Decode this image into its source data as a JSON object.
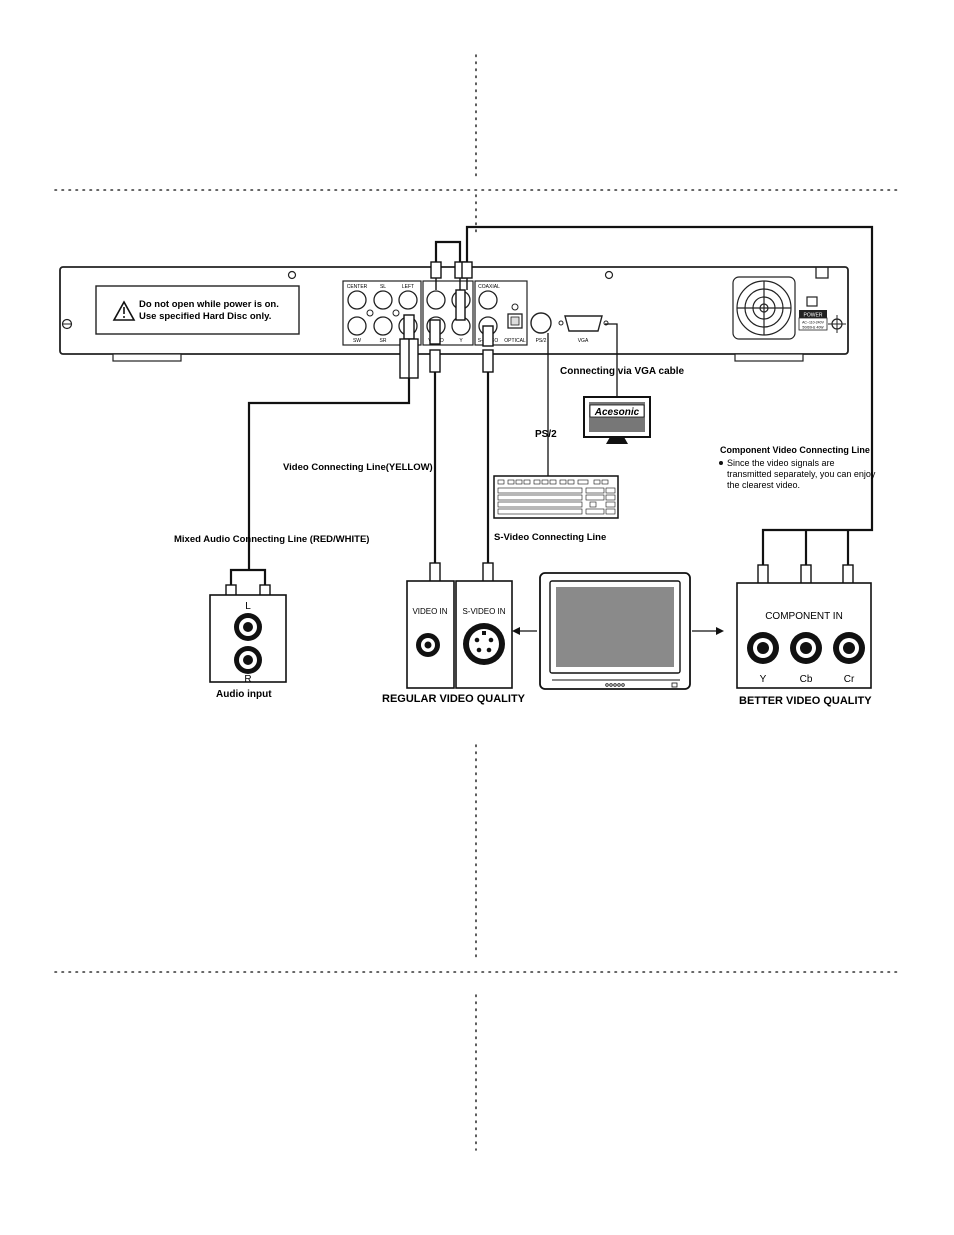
{
  "warning": {
    "line1": "Do not open while power is on.",
    "line2": "Use specified Hard Disc only."
  },
  "rear_panel": {
    "center": "CENTER",
    "sl": "SL",
    "left": "LEFT",
    "sw": "SW",
    "sr": "SR",
    "video": "VIDEO",
    "y": "Y",
    "svideo": "S-VIDEO",
    "coaxial": "COAXIAL",
    "optical": "OPTICAL",
    "ps2": "PS/2",
    "vga": "VGA",
    "power": "POWER",
    "power_spec1": "AC~110-240V",
    "power_spec2": "50/60Hz 40W"
  },
  "labels": {
    "vga_cable": "Connecting via VGA cable",
    "monitor_brand": "Acesonic",
    "ps2": "PS/2",
    "video_line": "Video Connecting Line(YELLOW)",
    "audio_line": "Mixed Audio Connecting Line (RED/WHITE)",
    "svideo_line": "S-Video Connecting Line",
    "component_title": "Component Video Connecting Line",
    "component_note1": "Since the video signals are",
    "component_note2": "transmitted separately, you can enjoy",
    "component_note3": "the clearest video."
  },
  "audio_box": {
    "l": "L",
    "r": "R",
    "caption": "Audio input"
  },
  "video_in": "VIDEO IN",
  "svideo_in": "S-VIDEO IN",
  "regular_quality": "REGULAR VIDEO QUALITY",
  "component_box": {
    "title": "COMPONENT IN",
    "y": "Y",
    "cb": "Cb",
    "cr": "Cr"
  },
  "better_quality": "BETTER VIDEO QUALITY"
}
